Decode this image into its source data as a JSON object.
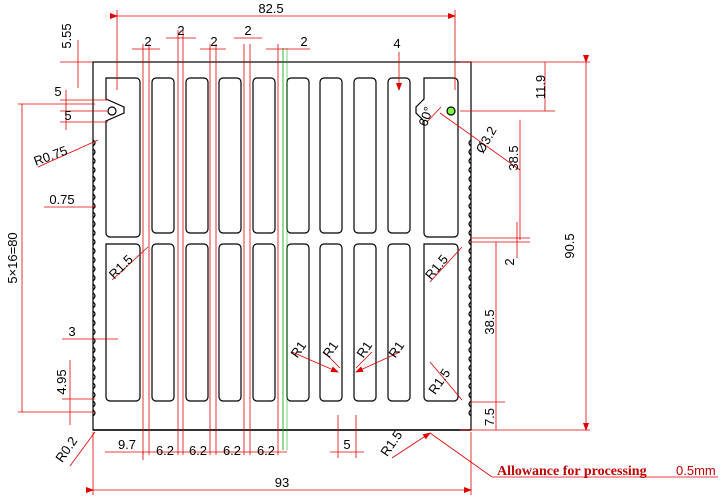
{
  "drawing": {
    "dims": {
      "top_width": "82.5",
      "gap_top": "5.55",
      "fin_a": "2",
      "fin_b": "2",
      "fin_c": "2",
      "fin_d": "2",
      "fin_e": "2",
      "slot_width": "4",
      "hole_offset": "11.9",
      "hole_a": "5",
      "hole_b": "5",
      "hole_dia": "Ø3.2",
      "angle": "60°",
      "r_corner_top": "R0.75",
      "upper_len": "38.5",
      "fin_edge": "0.75",
      "pitch": "5×16=80",
      "r15_left": "R1.5",
      "r15_right": "R1.5",
      "mid_gap": "2",
      "overall_height": "90.5",
      "lower_len": "38.5",
      "edge3": "3",
      "r1_a": "R1",
      "r1_b": "R1",
      "r1_c": "R1",
      "r1_d": "R1",
      "edge495": "4.95",
      "r15_bottom_right": "R1.5",
      "base_thk": "7.5",
      "r02": "R0.2",
      "left_pitch": "9.7",
      "p1": "6.2",
      "p2": "6.2",
      "p3": "6.2",
      "p4": "6.2",
      "groove": "5",
      "r15_base": "R1.5",
      "overall_width": "93"
    },
    "note": {
      "label": "Allowance for processing",
      "value": "0.5mm"
    },
    "colors": {
      "outline": "#000000",
      "dimension": "#e00000",
      "centerline": "#00a000"
    }
  }
}
